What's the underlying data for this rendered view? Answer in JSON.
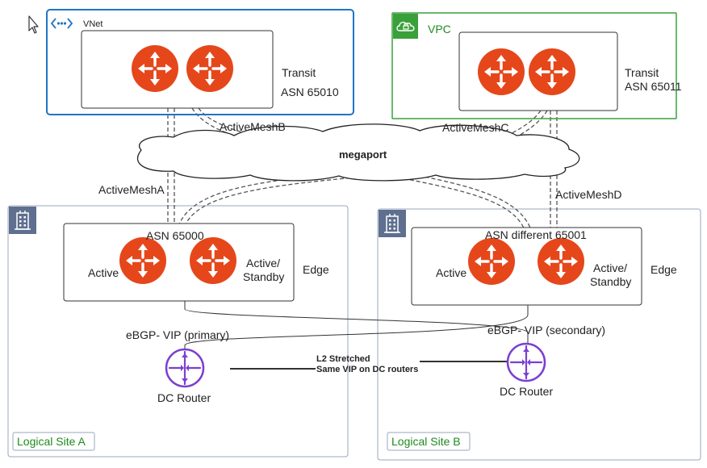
{
  "colors": {
    "vnet_border": "#1f75c4",
    "vpc_border": "#3aa03a",
    "router_orange": "#e5471b",
    "dc_router_purple": "#7b3fd1",
    "site_border": "#9aa6bf",
    "site_icon_bg": "#5f6f8f",
    "site_label_text": "#1e8a1e"
  },
  "icons": {
    "cursor": "mouse-pointer-icon",
    "vnet": "azure-vnet-icon",
    "vpc": "aws-vpc-cloud-icon",
    "building": "building-icon",
    "router": "router-icon",
    "dc_router": "dc-router-icon"
  },
  "vnet": {
    "label": "VNet",
    "transit": "Transit",
    "asn": "ASN 65010"
  },
  "vpc": {
    "label": "VPC",
    "transit": "Transit",
    "asn": "ASN 65011"
  },
  "mesh": {
    "a": "ActiveMeshA",
    "b": "ActiveMeshB",
    "c": "ActiveMeshC",
    "d": "ActiveMeshD"
  },
  "cloud": {
    "label": "megaport"
  },
  "site_a": {
    "asn": "ASN 65000",
    "active": "Active",
    "standby_line1": "Active/",
    "standby_line2": "Standby",
    "edge": "Edge",
    "vip": "eBGP- VIP (primary)",
    "dc_router": "DC Router",
    "site_label": "Logical Site A"
  },
  "site_b": {
    "asn": "ASN different 65001",
    "active": "Active",
    "standby_line1": "Active/",
    "standby_line2": "Standby",
    "edge": "Edge",
    "vip": "eBGP- VIP (secondary)",
    "dc_router": "DC Router",
    "site_label": "Logical Site B"
  },
  "l2": {
    "line1": "L2 Stretched",
    "line2": "Same VIP on DC routers"
  }
}
